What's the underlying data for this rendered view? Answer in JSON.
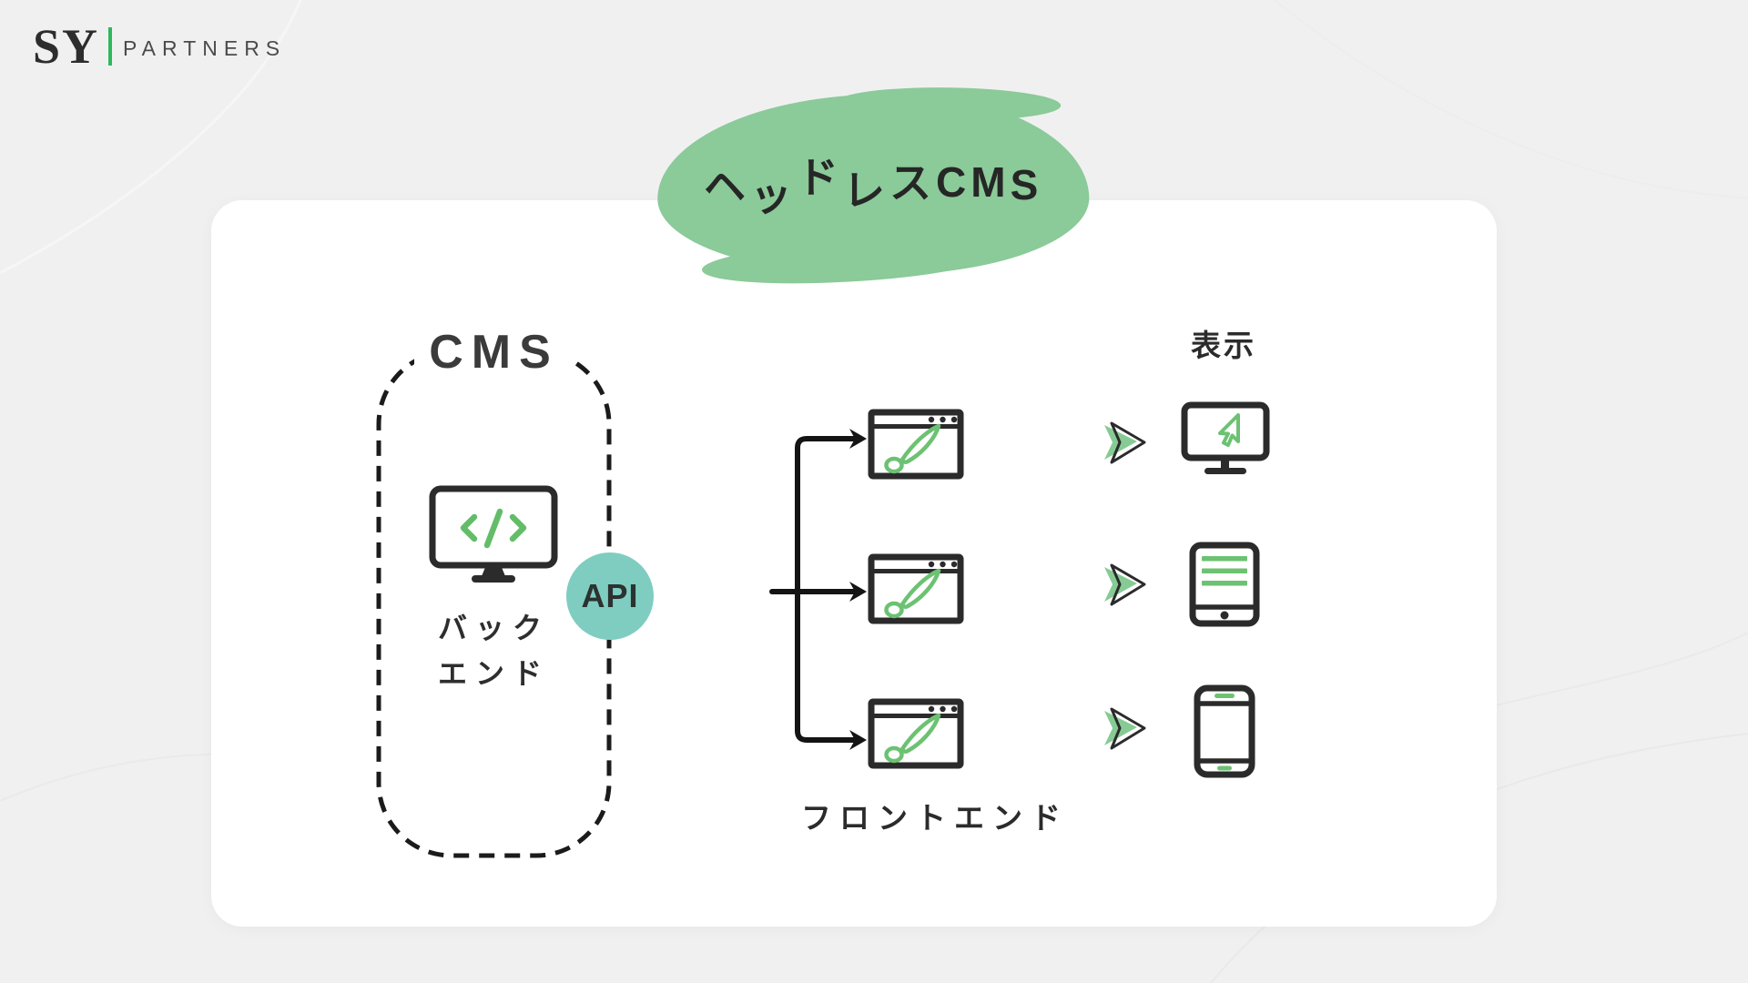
{
  "brand": {
    "primary": "SY",
    "secondary": "PARTNERS"
  },
  "title": "ヘッドレスCMS",
  "cms_group": {
    "label": "CMS",
    "backend_label_line1": "バック",
    "backend_label_line2": "エンド",
    "backend_icon": "monitor-code-icon"
  },
  "api_badge": {
    "label": "API"
  },
  "frontend": {
    "label": "フロントエンド",
    "rows": [
      {
        "app_icon": "browser-paintbrush-icon",
        "arrow_icon": "green-chevron-icon",
        "device_icon": "desktop-monitor-cursor-icon"
      },
      {
        "app_icon": "browser-paintbrush-icon",
        "arrow_icon": "green-chevron-icon",
        "device_icon": "tablet-article-icon"
      },
      {
        "app_icon": "browser-paintbrush-icon",
        "arrow_icon": "green-chevron-icon",
        "device_icon": "smartphone-icon"
      }
    ]
  },
  "display": {
    "label": "表示"
  },
  "colors": {
    "page_bg": "#f0f0f1",
    "card": "#ffffff",
    "blob_green": "#8bca99",
    "api_teal": "#7fcdc1",
    "icon_green": "#6cc272",
    "logo_green": "#2eb85c",
    "ink": "#2b2b2b"
  }
}
